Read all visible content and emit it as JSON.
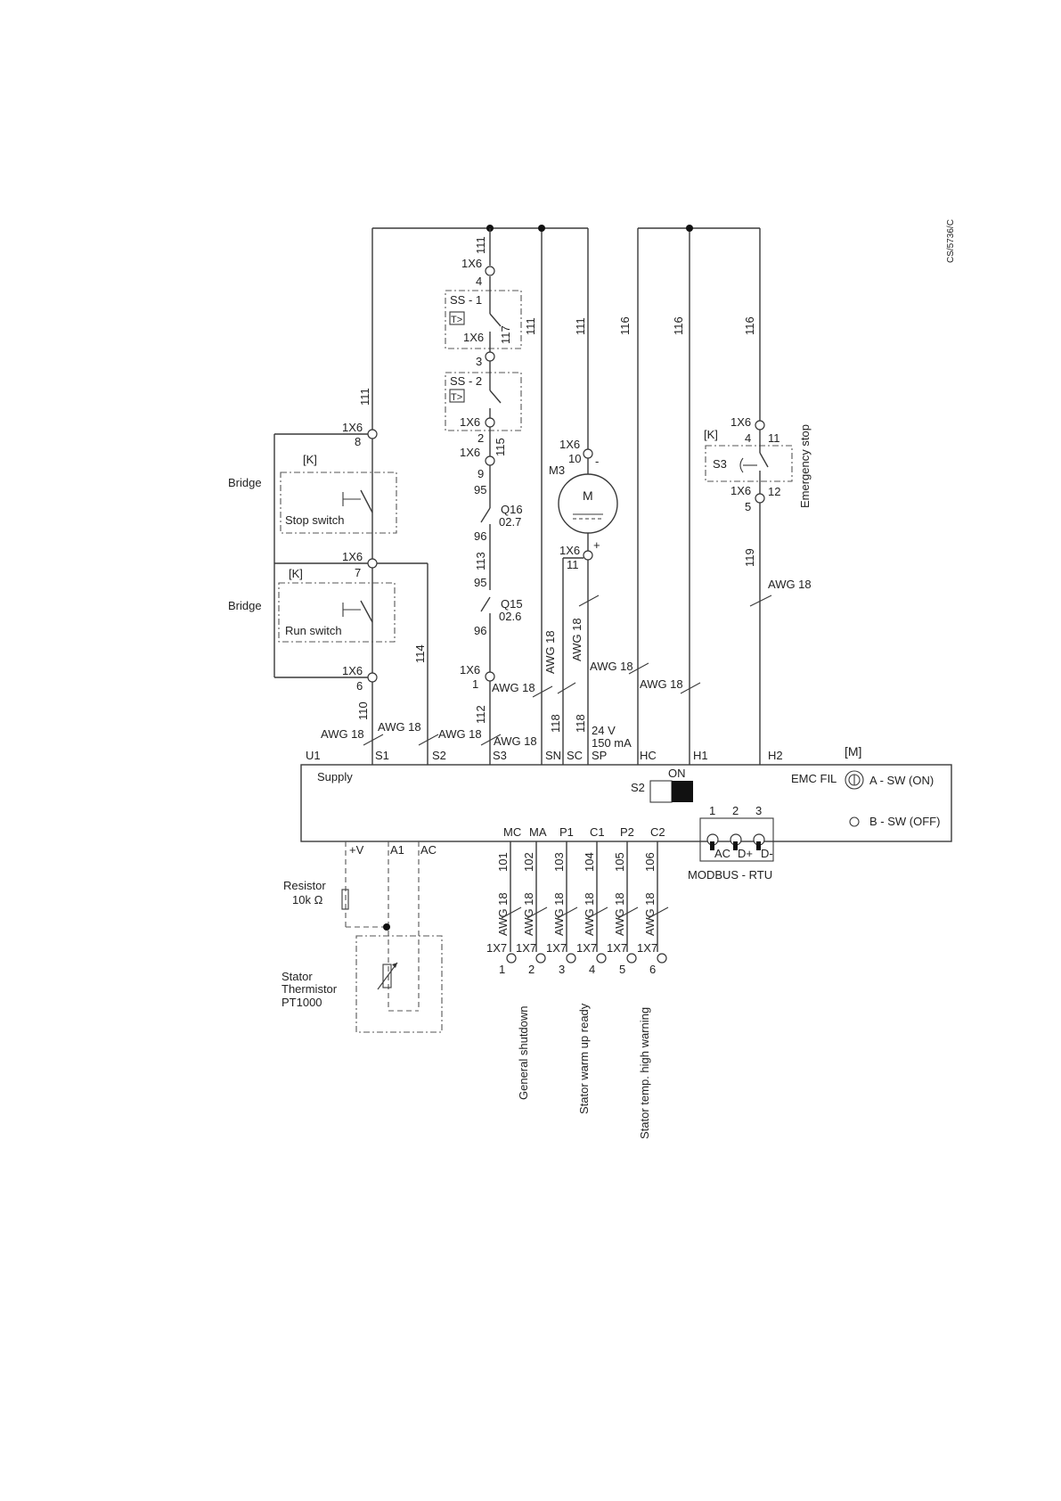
{
  "doc_id": "CS/5736/C",
  "wires": {
    "w111": "111",
    "w116": "116",
    "w117": "117",
    "w115": "115",
    "w113": "113",
    "w112": "112",
    "w110": "110",
    "w114": "114",
    "w118": "118",
    "w119": "119",
    "w101": "101",
    "w102": "102",
    "w103": "103",
    "w104": "104",
    "w105": "105",
    "w106": "106",
    "awg": "AWG 18"
  },
  "terminals": {
    "x6": "1X6",
    "x7": "1X7",
    "n1": "1",
    "n2": "2",
    "n3": "3",
    "n4": "4",
    "n5": "5",
    "n6": "6",
    "n7": "7",
    "n8": "8",
    "n9": "9",
    "n10": "10",
    "n11": "11",
    "n12": "12"
  },
  "components": {
    "ss1": "SS - 1",
    "ss2": "SS - 2",
    "t_gt": "T>",
    "q16": "Q16",
    "q16_ref": "02.7",
    "q15": "Q15",
    "q15_ref": "02.6",
    "c95": "95",
    "c96": "96",
    "m3": "M3",
    "motor": "M",
    "minus": "-",
    "plus": "+",
    "k": "[K]",
    "s3": "S3",
    "estop": "Emergency stop",
    "bridge": "Bridge",
    "stop_switch": "Stop switch",
    "run_switch": "Run switch",
    "resistor": "Resistor",
    "resistor_val": "10k Ω",
    "stator": "Stator",
    "thermistor": "Thermistor",
    "pt1000": "PT1000"
  },
  "module": {
    "tag": "[M]",
    "supply": "Supply",
    "top_labels": [
      "U1",
      "S1",
      "S2",
      "S3",
      "SN",
      "SC",
      "SP",
      "HC",
      "H1",
      "H2"
    ],
    "power": "24 V",
    "current": "150 mA",
    "s2": "S2",
    "on": "ON",
    "emc": "EMC FIL",
    "sw_a": "A - SW (ON)",
    "sw_b": "B - SW (OFF)",
    "modbus_nums": [
      "1",
      "2",
      "3"
    ],
    "modbus_pins": [
      "AC",
      "D+",
      "D-"
    ],
    "modbus": "MODBUS - RTU",
    "bottom_left": [
      "+V",
      "A1",
      "AC"
    ],
    "bottom_mid": [
      "MC",
      "MA",
      "P1",
      "C1",
      "P2",
      "C2"
    ]
  },
  "outputs": {
    "general": "General shutdown",
    "warmup": "Stator warm up ready",
    "high": "Stator temp. high warning"
  }
}
